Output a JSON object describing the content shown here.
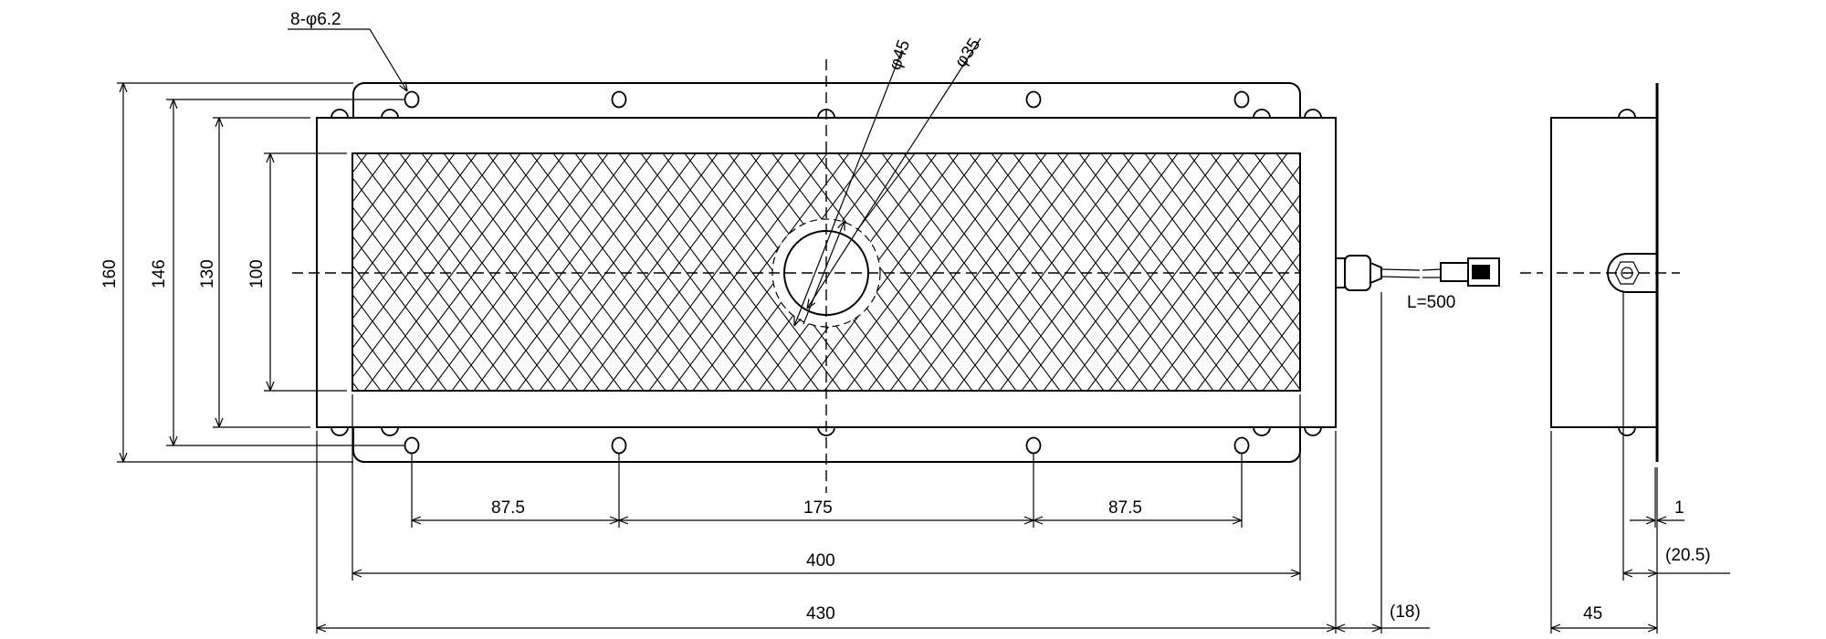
{
  "drawing": {
    "callouts": {
      "holes": "8-φ6.2",
      "outer_dia": "φ45",
      "inner_dia": "φ35",
      "cable_length": "L=500"
    },
    "vertical_dims": {
      "plate_height": "160",
      "hole_pitch": "146",
      "body_height": "130",
      "window_height": "100"
    },
    "horizontal_dims": {
      "hole_pitch_left": "87.5",
      "hole_pitch_center": "175",
      "hole_pitch_right": "87.5",
      "window_width": "400",
      "body_width": "430",
      "gland": "(18)"
    },
    "side_dims": {
      "depth": "45",
      "plate_thickness": "1",
      "connector_offset": "(20.5)"
    }
  }
}
